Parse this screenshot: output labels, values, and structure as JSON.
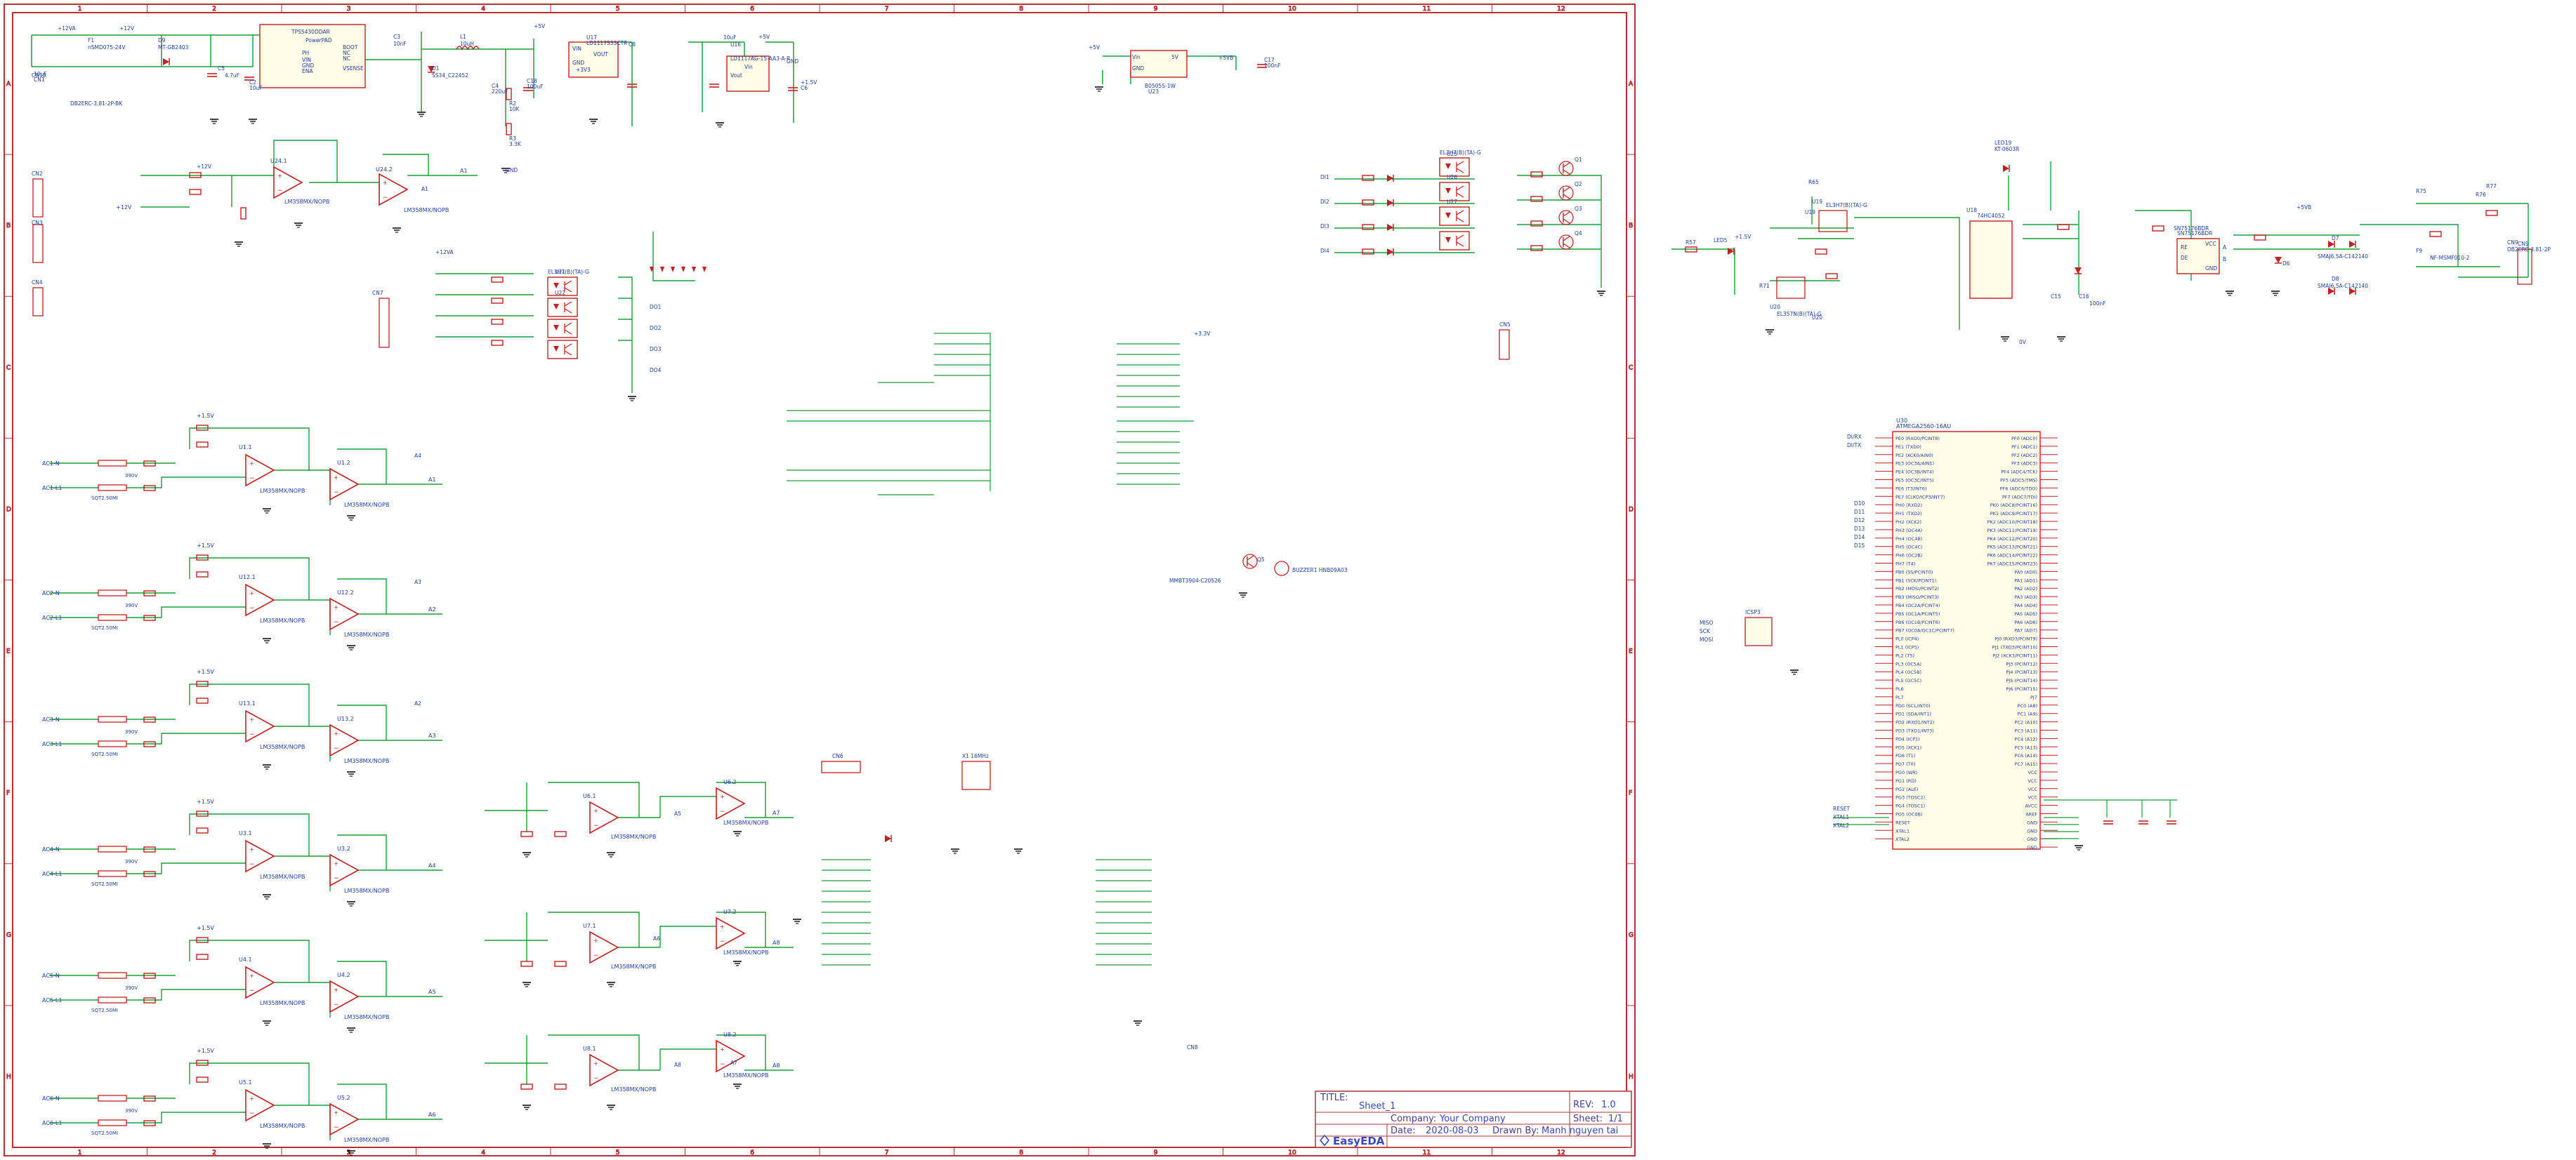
{
  "title_block": {
    "title_label": "TITLE:",
    "title": "Sheet_1",
    "rev_label": "REV:",
    "rev": "1.0",
    "company_label": "Company:",
    "company": "Your Company",
    "sheet_label": "Sheet:",
    "sheet": "1/1",
    "date_label": "Date:",
    "date": "2020-08-03",
    "drawn_label": "Drawn By:",
    "drawn_by": "Manh nguyen tai",
    "logo": "EasyEDA"
  },
  "frame": {
    "cols": [
      "1",
      "2",
      "3",
      "4",
      "5",
      "6",
      "7",
      "8",
      "9",
      "10",
      "11",
      "12"
    ],
    "rows": [
      "A",
      "B",
      "C",
      "D",
      "E",
      "F",
      "G",
      "H"
    ]
  },
  "power_section": {
    "labels": [
      "+12VA",
      "+12V",
      "F1",
      "nSMD075-24V",
      "D9",
      "MT-GB2403",
      "TPS5430DDAR",
      "PowerPAD",
      "BOOT",
      "NC",
      "NC",
      "VSENSE",
      "PH",
      "VIN",
      "GND",
      "ENA",
      "L1",
      "10uH",
      "D1",
      "SS34_C22452",
      "C3",
      "10nF",
      "C5",
      "4.7uF",
      "C2",
      "10uF",
      "C18",
      "100uF",
      "R3",
      "3.3K",
      "R2",
      "10K",
      "C4",
      "220uF",
      "U17",
      "LD1117S33CTR",
      "VIN",
      "VOUT",
      "GND",
      "+3V3",
      "+5V",
      "C8",
      "10uF",
      "U16",
      "LD1117AG-15-AA3-A-R",
      "Vin",
      "Vout",
      "GND",
      "+1.5V",
      "C6",
      "10uF",
      "CN1",
      "DB2ERC-3.81-2P-BK"
    ],
    "mini_reg": [
      "+5V",
      "Vin",
      "5V",
      "GND",
      "B0505S-1W",
      "U23",
      "+5VB",
      "C17",
      "100nF"
    ]
  },
  "components": {
    "opamps": [
      "U24.1",
      "U24.2",
      "U1.1",
      "U1.2",
      "U12.1",
      "U12.2",
      "U13.1",
      "U13.2",
      "U3.1",
      "U3.2",
      "U4.1",
      "U4.2",
      "U5.1",
      "U5.2",
      "U6.1",
      "U6.2",
      "U7.1",
      "U7.2",
      "U8.1",
      "U8.2"
    ],
    "opamp_part": "LM358MX/NOPB",
    "optos": [
      "U19",
      "U20",
      "U21",
      "U22",
      "U25",
      "U26",
      "U27"
    ],
    "opto_part": "EL3H7(B)(TA)-G",
    "transistors": [
      "Q1",
      "Q2",
      "Q3",
      "Q4",
      "Q5"
    ],
    "transistor_part": "MMBT3904-C20526",
    "connectors": [
      "CN2",
      "CN3",
      "CN4",
      "CN5",
      "CN6",
      "CN7",
      "CN8",
      "CN9",
      "CN10"
    ],
    "mcu": "ATMEGA2560-16AU",
    "mcu_ref": "U30",
    "buzzer": "BUZZER1 HNB09A03",
    "crystal": "X1 16MHz",
    "header": "ICSP3",
    "isolator": "SN75176BDR",
    "mux": "74HC4052",
    "channels": [
      "AC1-N",
      "AC1-L1",
      "AC2-N",
      "AC2-L1",
      "AC3-N",
      "AC3-L1",
      "AC4-N",
      "AC4-L1",
      "AC5-N",
      "AC5-L1",
      "AC6-N",
      "AC6-L1"
    ],
    "channel_outputs": [
      "A1",
      "A2",
      "A3",
      "A4",
      "A5",
      "A6",
      "A7",
      "A8"
    ],
    "mov_part": "390V",
    "fuse_part": "SQT2.50MI"
  },
  "mcu_pins": {
    "left": [
      "PE0 (RXD0/PCINT8)",
      "PE1 (TXD0)",
      "PE2 (XCK0/AIN0)",
      "PE3 (OC3A/AIN1)",
      "PE4 (OC3B/INT4)",
      "PE5 (OC3C/INT5)",
      "PE6 (T3/INT6)",
      "PE7 (CLKO/ICP3/INT7)",
      "PH0 (RXD2)",
      "PH1 (TXD2)",
      "PH2 (XCK2)",
      "PH3 (OC4A)",
      "PH4 (OC4B)",
      "PH5 (OC4C)",
      "PH6 (OC2B)",
      "PH7 (T4)",
      "PB0 (SS/PCINT0)",
      "PB1 (SCK/PCINT1)",
      "PB2 (MOSI/PCINT2)",
      "PB3 (MISO/PCINT3)",
      "PB4 (OC2A/PCINT4)",
      "PB5 (OC1A/PCINT5)",
      "PB6 (OC1B/PCINT6)",
      "PB7 (OC0A/OC1C/PCINT7)",
      "PL0 (ICP4)",
      "PL1 (ICP5)",
      "PL2 (T5)",
      "PL3 (OC5A)",
      "PL4 (OC5B)",
      "PL5 (OC5C)",
      "PL6",
      "PL7",
      "PD0 (SCL/INT0)",
      "PD1 (SDA/INT1)",
      "PD2 (RXD1/INT2)",
      "PD3 (TXD1/INT3)",
      "PD4 (ICP1)",
      "PD5 (XCK1)",
      "PD6 (T1)",
      "PD7 (T0)",
      "PG0 (WR)",
      "PG1 (RD)",
      "PG2 (ALE)",
      "PG3 (TOSC2)",
      "PG4 (TOSC1)",
      "PG5 (OC0B)",
      "RESET",
      "XTAL1",
      "XTAL2"
    ],
    "right": [
      "PF0 (ADC0)",
      "PF1 (ADC1)",
      "PF2 (ADC2)",
      "PF3 (ADC3)",
      "PF4 (ADC4/TCK)",
      "PF5 (ADC5/TMS)",
      "PF6 (ADC6/TDO)",
      "PF7 (ADC7/TDI)",
      "PK0 (ADC8/PCINT16)",
      "PK1 (ADC9/PCINT17)",
      "PK2 (ADC10/PCINT18)",
      "PK3 (ADC11/PCINT19)",
      "PK4 (ADC12/PCINT20)",
      "PK5 (ADC13/PCINT21)",
      "PK6 (ADC14/PCINT22)",
      "PK7 (ADC15/PCINT23)",
      "PA0 (AD0)",
      "PA1 (AD1)",
      "PA2 (AD2)",
      "PA3 (AD3)",
      "PA4 (AD4)",
      "PA5 (AD5)",
      "PA6 (AD6)",
      "PA7 (AD7)",
      "PJ0 (RXD3/PCINT9)",
      "PJ1 (TXD3/PCINT10)",
      "PJ2 (XCK3/PCINT11)",
      "PJ3 (PCINT12)",
      "PJ4 (PCINT13)",
      "PJ5 (PCINT14)",
      "PJ6 (PCINT15)",
      "PJ7",
      "PC0 (A8)",
      "PC1 (A9)",
      "PC2 (A10)",
      "PC3 (A11)",
      "PC4 (A12)",
      "PC5 (A13)",
      "PC6 (A14)",
      "PC7 (A15)",
      "VCC",
      "VCC",
      "VCC",
      "VCC",
      "AVCC",
      "AREF",
      "GND",
      "GND",
      "GND",
      "GND"
    ]
  },
  "net_labels": [
    "+5V",
    "+3.3V",
    "+1.5V",
    "+12V",
    "+12VA",
    "+5VB",
    "GND",
    "0V",
    "DI/RX",
    "DI/TX",
    "MISO",
    "SCK",
    "MOSI",
    "RESET",
    "XTAL1",
    "XTAL2",
    "A1",
    "A2",
    "A3",
    "A4",
    "A5",
    "A6",
    "A7",
    "A8",
    "DI1",
    "DI2",
    "DI3",
    "DI4",
    "DO1",
    "DO2",
    "DO3",
    "DO4",
    "D10",
    "D11",
    "D12",
    "D13",
    "D14",
    "D15"
  ],
  "right_section": [
    "LED5",
    "LED19",
    "KT-0603R",
    "R57",
    "R65",
    "R71",
    "R75",
    "R76",
    "R77",
    "U18",
    "U19",
    "U20",
    "EL357N(B)(TA)-G",
    "SN75176BDR",
    "SMAJ6.5A-C142140",
    "SMAJ6.5A-C142140",
    "D6",
    "D7",
    "D8",
    "F9",
    "NF-MSMF010-2",
    "CN9",
    "DB2ERC-3.81-2P",
    "C15",
    "C16",
    "100nF",
    "RE",
    "DE",
    "VCC",
    "GND",
    "A",
    "B"
  ]
}
